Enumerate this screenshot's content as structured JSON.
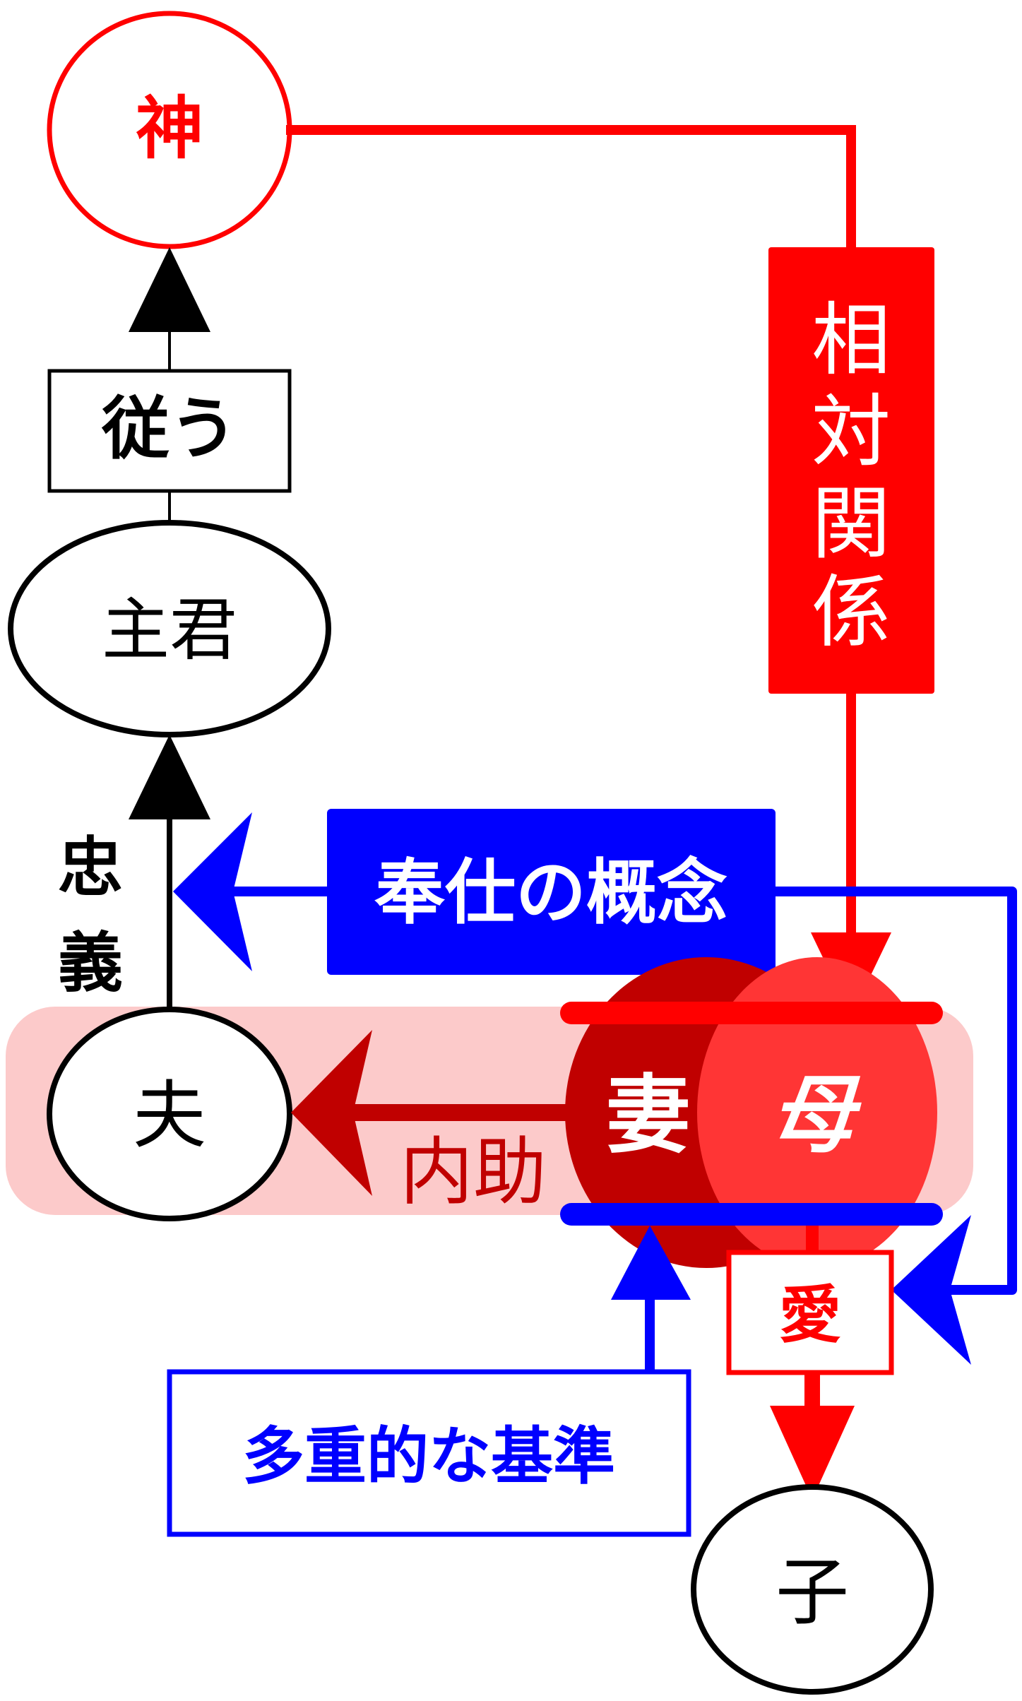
{
  "nodes": {
    "god": "神",
    "lord": "主君",
    "husband": "夫",
    "wife": "妻",
    "mother": "母",
    "child": "子"
  },
  "labels": {
    "obey": "従う",
    "loyalty_1": "忠",
    "loyalty_2": "義",
    "relative_1": "相",
    "relative_2": "対",
    "relative_3": "関",
    "relative_4": "係",
    "service": "奉仕の概念",
    "inner_help": "内助",
    "love": "愛",
    "multiple_standard": "多重的な基準"
  },
  "colors": {
    "red": "#ff0000",
    "dark_red": "#c00000",
    "light_red": "#ff3535",
    "pink": "#fccaca",
    "blue": "#0000ff",
    "black": "#000000"
  }
}
